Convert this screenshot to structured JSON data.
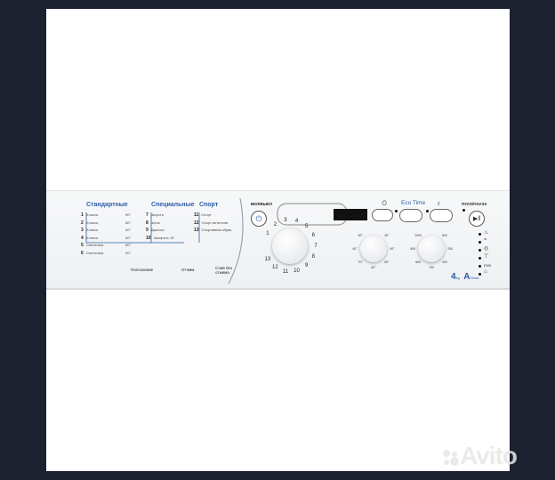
{
  "panel": {
    "groups": [
      {
        "title": "Стандартные",
        "items": [
          {
            "n": "1",
            "t": "Хлопок",
            "temp": "90°"
          },
          {
            "n": "2",
            "t": "Хлопок",
            "temp": "60°"
          },
          {
            "n": "3",
            "t": "Хлопок",
            "temp": "40°"
          },
          {
            "n": "4",
            "t": "Хлопок",
            "temp": "40°"
          },
          {
            "n": "5",
            "t": "Синтетика",
            "temp": "60°"
          },
          {
            "n": "6",
            "t": "Синтетика",
            "temp": "40°"
          }
        ]
      },
      {
        "title": "Специальные",
        "items": [
          {
            "n": "7",
            "t": "Шерсть"
          },
          {
            "n": "8",
            "t": "Шелк"
          },
          {
            "n": "9",
            "t": "Джинсы"
          },
          {
            "n": "10",
            "t": "Экспресс 15'"
          }
        ]
      },
      {
        "title": "Спорт",
        "items": [
          {
            "n": "11",
            "t": "Спорт"
          },
          {
            "n": "12",
            "t": "Спорт интенсив"
          },
          {
            "n": "13",
            "t": "Спортивная обувь"
          }
        ]
      }
    ],
    "bottom_labels": [
      "Полоскание",
      "Отжим",
      "Слив без отжима"
    ],
    "power_label": "ВКЛ/ВЫКЛ",
    "start_label": "ПУСК/ПАУЗА",
    "eco_label": "Eco Time",
    "program_numbers": [
      "1",
      "2",
      "3",
      "4",
      "5",
      "6",
      "7",
      "8",
      "9",
      "10",
      "11",
      "12",
      "13"
    ],
    "temp_labels": [
      "90°",
      "30°",
      "40°",
      "40°",
      "70°",
      "60°",
      "50°"
    ],
    "spin_labels": [
      "1000",
      "800",
      "900",
      "200",
      "600",
      "700",
      "400"
    ],
    "capacity": "4",
    "capacity_unit": "kg",
    "energy_class": "A",
    "energy_class_suffix": "Class",
    "indicator_icons": [
      "wash-icon",
      "rinse-icon",
      "spin-icon",
      "drain-icon",
      "end-icon",
      "lock-icon"
    ],
    "end_label": "END",
    "accent": "#2b5da8"
  },
  "watermark": "Avito"
}
